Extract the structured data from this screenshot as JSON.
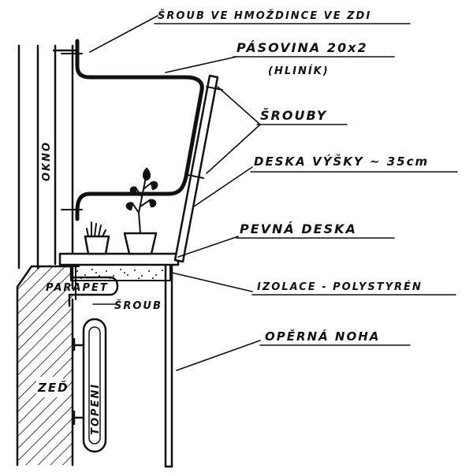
{
  "labels": {
    "screw_in_wall": "ŠROUB VE HMOŽDINCE VE ZDI",
    "strip": "PÁSOVINA 20x2",
    "strip_material": "(HLINÍK)",
    "screws": "ŠROUBY",
    "board_height": "DESKA VÝŠKY ~ 35cm",
    "fixed_board": "PEVNÁ DESKA",
    "insulation": "IZOLACE - POLYSTYRÉN",
    "support_leg": "OPĚRNÁ NOHA",
    "window": "OKNO",
    "parapet": "PARAPET",
    "screw": "ŠROUB",
    "wall": "ZEĎ",
    "heating": "TOPENÍ"
  },
  "colors": {
    "ink": "#111111",
    "paper": "#ffffff"
  }
}
